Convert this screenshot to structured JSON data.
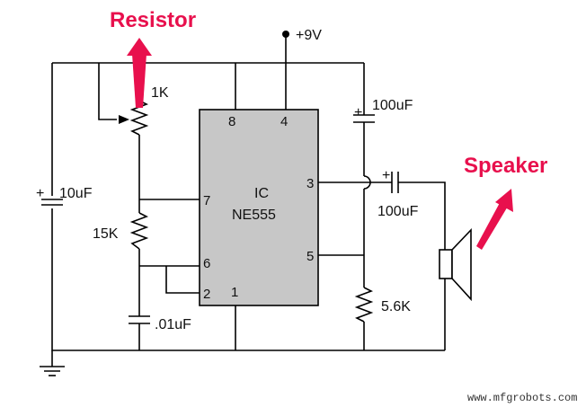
{
  "annotations": {
    "resistor": "Resistor",
    "speaker": "Speaker",
    "color": "#e8104d"
  },
  "supply": {
    "label": "+9V"
  },
  "ic": {
    "title": "IC",
    "part": "NE555",
    "fill": "#c7c7c7",
    "pins": {
      "p8": "8",
      "p4": "4",
      "p7": "7",
      "p3": "3",
      "p6": "6",
      "p5": "5",
      "p2": "2",
      "p1": "1"
    }
  },
  "components": {
    "pot_1k": "1K",
    "r_15k": "15K",
    "r_5_6k": "5.6K",
    "c_10uf": "10uF",
    "c_100uf_top": "100uF",
    "c_100uf_out": "100uF",
    "c_001uf": ".01uF",
    "polarity": "+"
  },
  "watermark": "www.mfgrobots.com"
}
